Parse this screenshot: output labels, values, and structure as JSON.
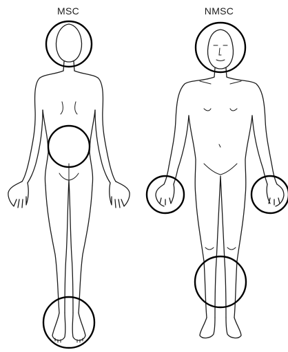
{
  "figures": [
    {
      "label": "MSC",
      "view": "back",
      "highlighted_regions": [
        "head",
        "lower-back",
        "feet"
      ]
    },
    {
      "label": "NMSC",
      "view": "front",
      "highlighted_regions": [
        "head",
        "left-hand",
        "right-hand",
        "lower-legs"
      ]
    }
  ],
  "colors": {
    "ink": "#1a1a1a",
    "ring": "#000000",
    "background": "#ffffff"
  }
}
